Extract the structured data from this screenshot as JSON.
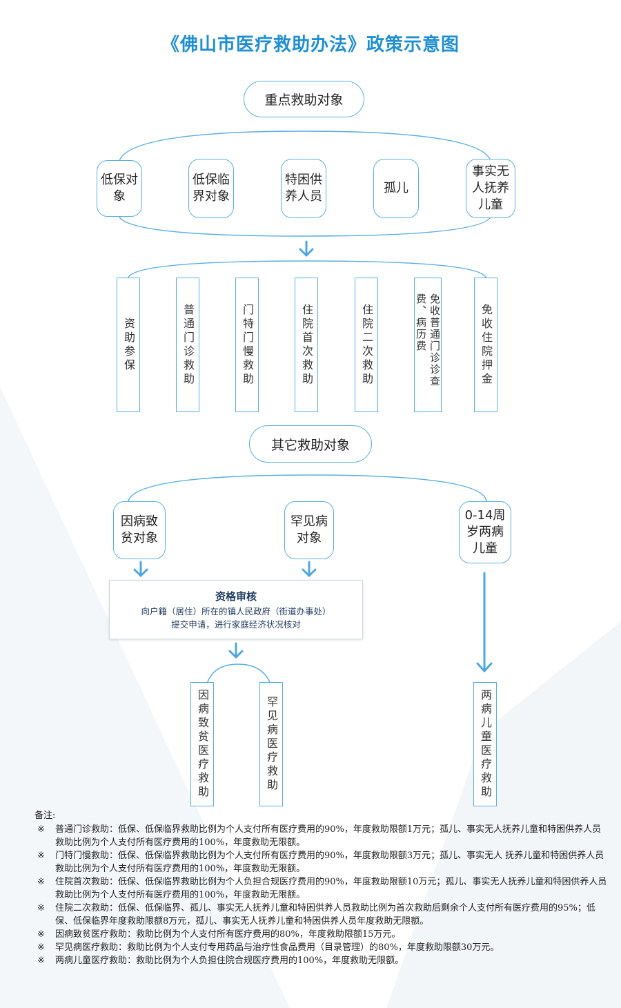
{
  "title": "《佛山市医疗救助办法》政策示意图",
  "key_recipients": {
    "header": "重点救助对象",
    "groups": [
      "低保对象",
      "低保临界对象",
      "特困供养人员",
      "孤儿",
      "事实无人抚养儿童"
    ],
    "benefits": [
      "资助参保",
      "普通门诊救助",
      "门特门慢救助",
      "住院首次救助",
      "住院二次救助",
      "免收普通门诊诊查费、病历费",
      "免收住院押金"
    ]
  },
  "other_recipients": {
    "header": "其它救助对象",
    "groups": [
      "因病致贫对象",
      "罕见病对象",
      "0-14周岁两病儿童"
    ]
  },
  "qualification": {
    "title": "资格审核",
    "line1": "向户籍（居住）所在的镇人民政府（街道办事处）",
    "line2": "提交申请，进行家庭经济状况核对"
  },
  "outcomes": [
    "因病致贫医疗救助",
    "罕见病医疗救助",
    "两病儿童医疗救助"
  ],
  "notes": {
    "heading": "备注:",
    "marker": "※",
    "items": [
      "普通门诊救助：低保、低保临界救助比例为个人支付所有医疗费用的90%，年度救助限额1万元；孤儿、事实无人抚养儿童和特困供养人员救助比例为个人支付所有医疗费用的100%，年度救助无限额。",
      "门特门慢救助：低保、低保临界救助比例为个人支付所有医疗费用的90%，年度救助限额3万元；孤儿、事实无人 抚养儿童和特困供养人员救助比例为个人支付所有医疗费用的100%，年度救助无限额。",
      "住院首次救助：低保、低保临界救助比例为个人负担合规医疗费用的90%，年度救助限额10万元；孤儿、事实无人抚养儿童和特困供养人员救助比例为个人支付所有医疗费用的100%，年度救助无限额。",
      "住院二次救助：低保、低保临界、孤儿、事实无人抚养儿童和特困供养人员救助比例为首次救助后剩余个人支付所有医疗费用的95%；低保、低保临界年度救助限额8万元，孤儿、事实无人抚养儿童和特困供养人员年度救助无限额。",
      "因病致贫医疗救助：救助比例为个人支付所有医疗费用的80%，年度救助限额15万元。",
      "罕见病医疗救助：救助比例为个人支付专用药品与治疗性食品费用（目录管理）的80%，年度救助限额30万元。",
      "两病儿童医疗救助：救助比例为个人负担住院合规医疗费用的100%，年度救助无限额。"
    ]
  },
  "colors": {
    "accent": "#1f8fd1",
    "border": "#5aaee0",
    "arrow": "#4ea6df"
  }
}
